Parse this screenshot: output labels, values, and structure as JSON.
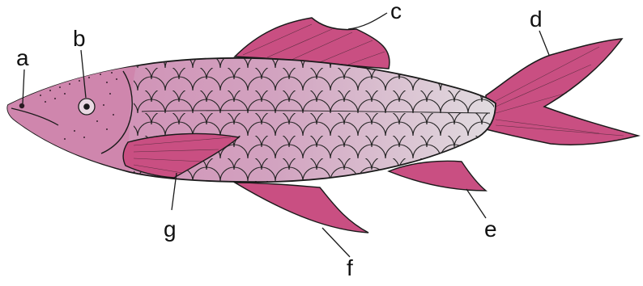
{
  "labels": {
    "a": "a",
    "b": "b",
    "c": "c",
    "d": "d",
    "e": "e",
    "f": "f",
    "g": "g"
  },
  "colors": {
    "body": "#cf8fb1",
    "body_light": "#ddd0da",
    "fin": "#c94f82",
    "outline": "#1a1a1a"
  }
}
